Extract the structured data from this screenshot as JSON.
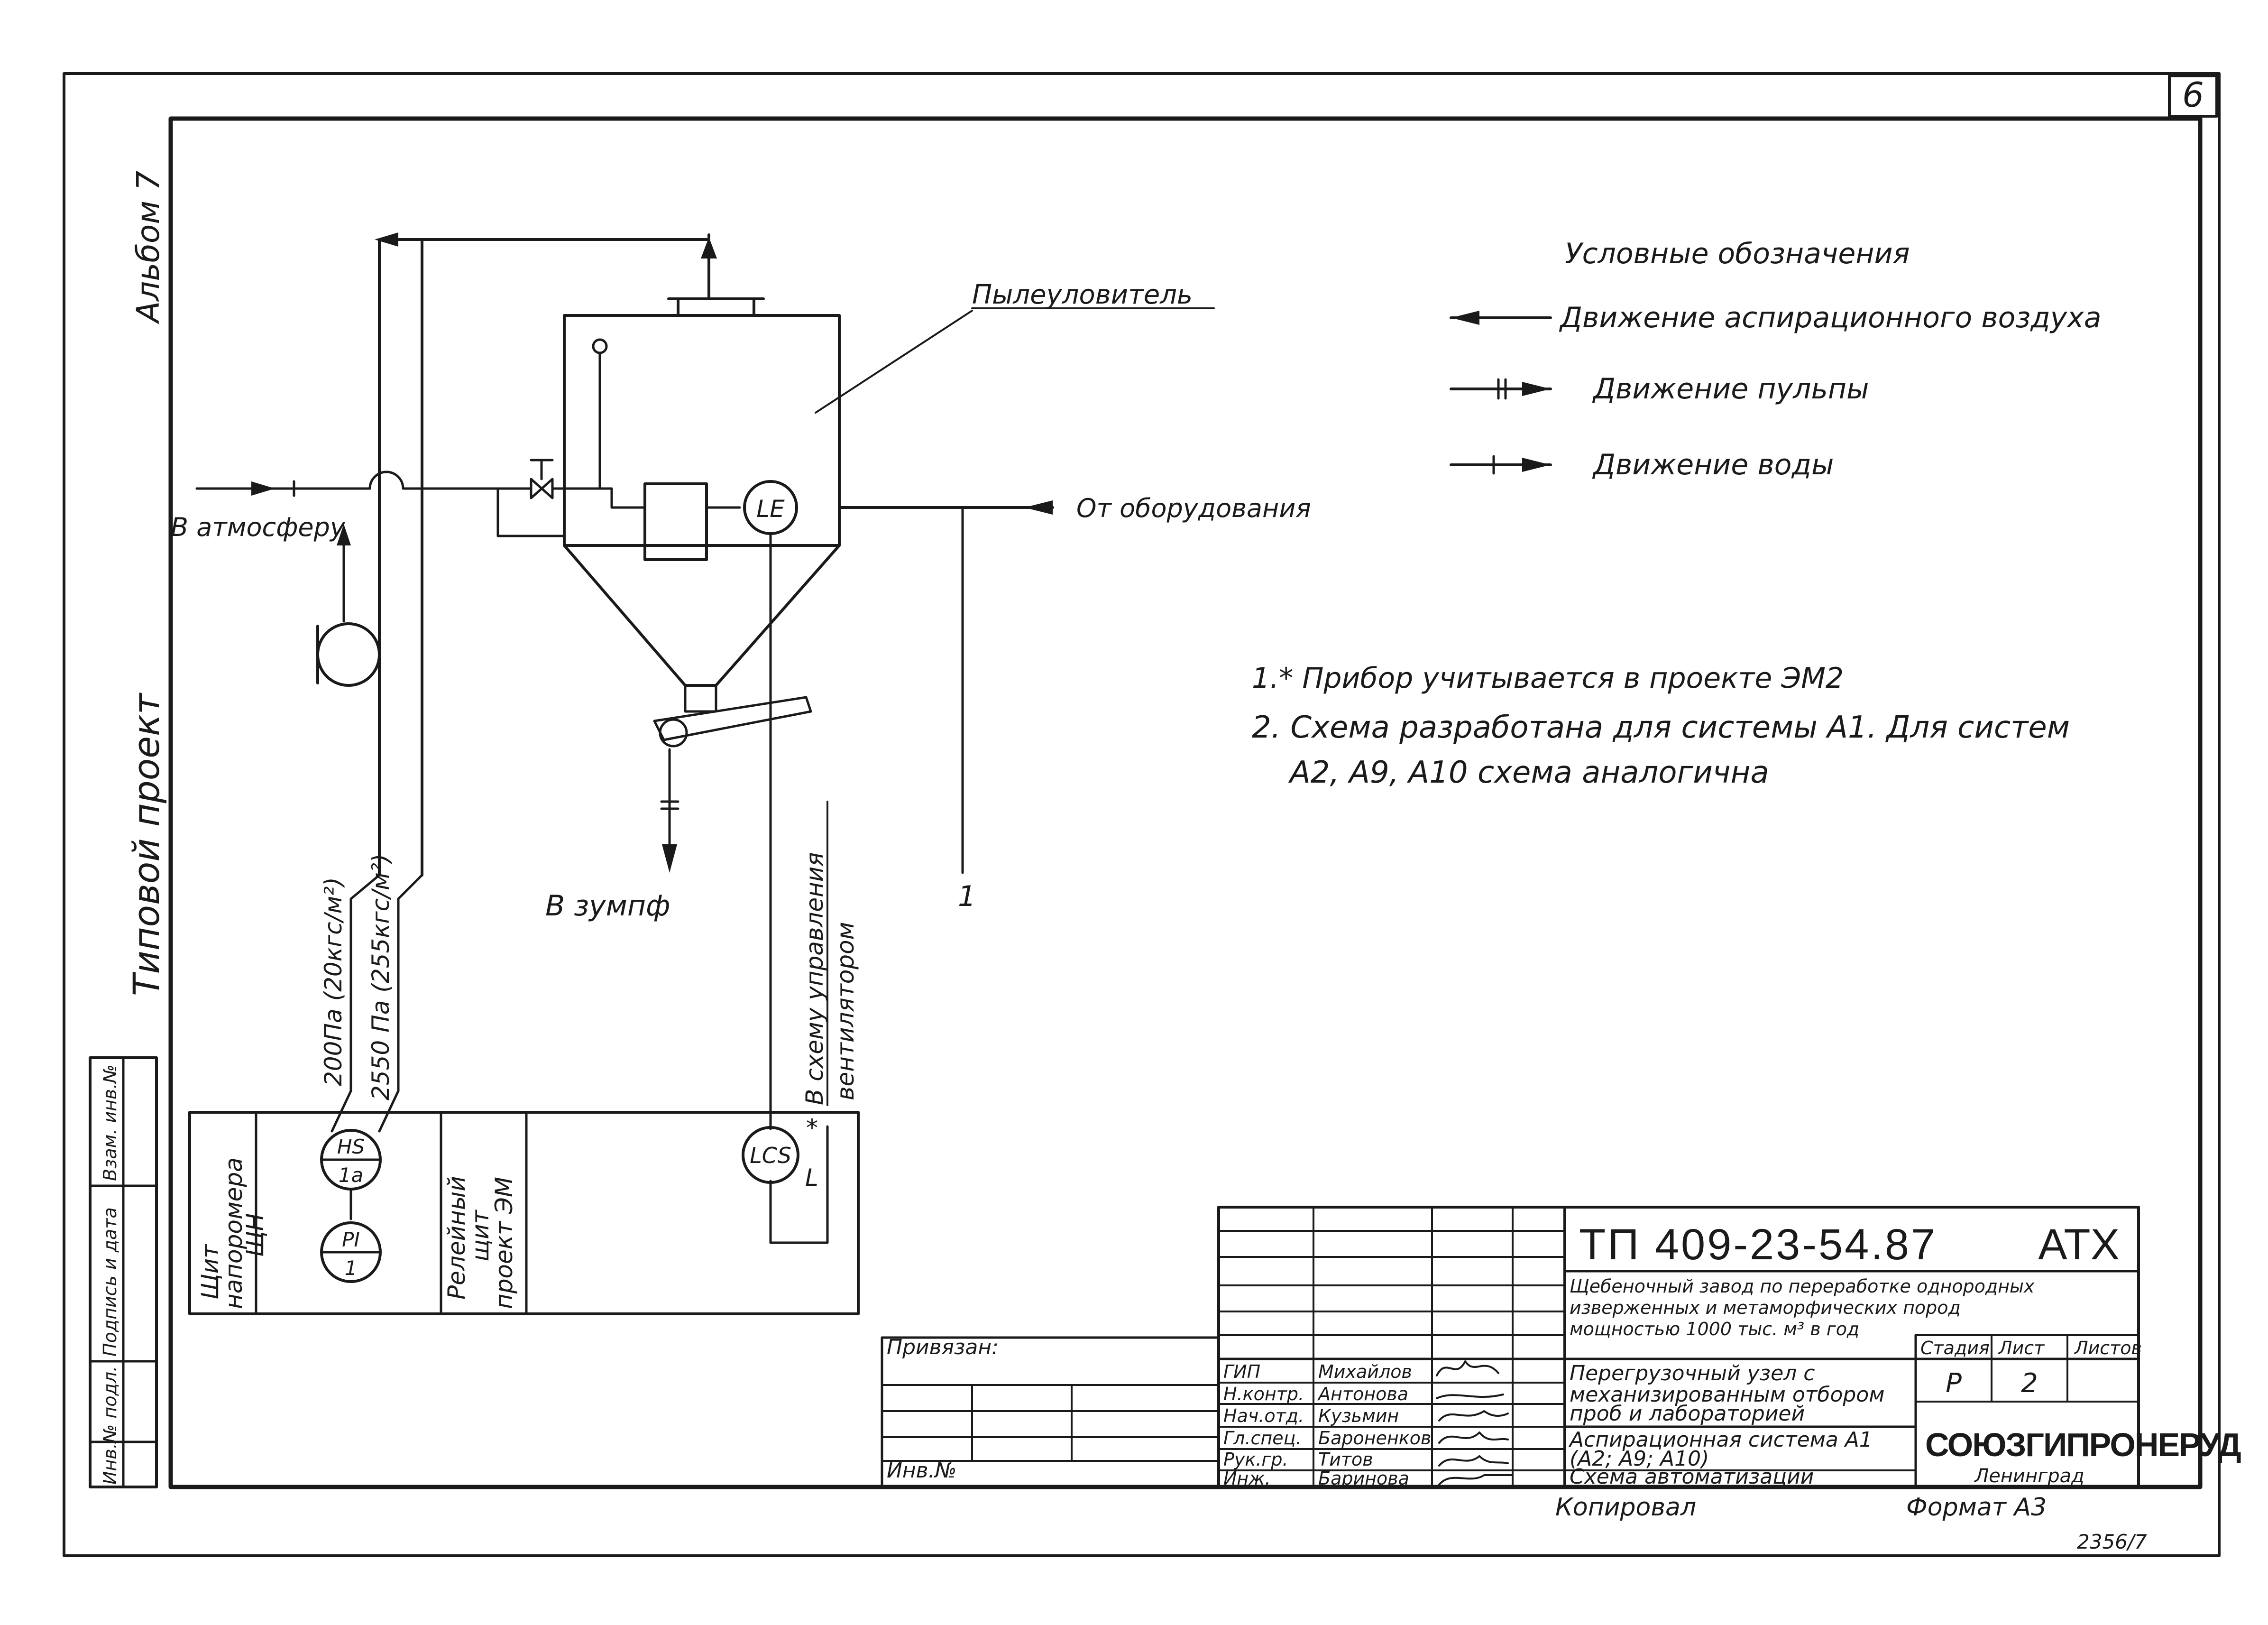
{
  "sheet": {
    "sheet_number": "6",
    "album": "Альбом 7",
    "standard_project": "Типовой проект",
    "copied": "Копировал",
    "format": "Формат А3",
    "archive_number": "2356/7"
  },
  "legend": {
    "title": "Условные обозначения",
    "air": "Движение аспирационного воздуха",
    "pulp": "Движение пульпы",
    "water": "Движение воды"
  },
  "notes": {
    "n1": "1.* Прибор учитывается в проекте ЭМ2",
    "n2a": "2. Схема разработана для системы А1. Для систем",
    "n2b": "А2, А9, А10 схема аналогична"
  },
  "process": {
    "dust_collector": "Пылеуловитель",
    "to_atmosphere": "В атмосферу",
    "from_equipment": "От оборудования",
    "to_sump": "В зумпф",
    "to_fan_control_1": "В схему управления",
    "to_fan_control_2": "вентилятором",
    "pressure_1": "200Па (20кгс/м²)",
    "pressure_2": "2550 Па (255кгс/м²)",
    "line_mark": "1",
    "star": "*",
    "level_low": "L"
  },
  "instruments": {
    "le": "LE",
    "hs_top": "HS",
    "hs_bottom": "1а",
    "pi_top": "PI",
    "pi_bottom": "1",
    "lcs": "LCS"
  },
  "panel": {
    "gauge_panel_1": "Щит",
    "gauge_panel_2": "напоромера",
    "gauge_panel_3": "ЩН",
    "relay_panel_1": "Релейный",
    "relay_panel_2": "щит",
    "relay_panel_3": "проект ЭМ"
  },
  "side_stamp": {
    "replace": "Взам. инв.№",
    "sign_date": "Подпись и дата",
    "orig": "Инв.№ подл."
  },
  "title_block": {
    "doc_code": "ТП 409-23-54.87",
    "doc_mark": "АТХ",
    "plant_1": "Щебеночный завод по переработке однородных",
    "plant_2": "изверженных и метаморфических пород",
    "plant_3": "мощностью 1000 тыс. м³ в год",
    "object_1": "Перегрузочный узел с",
    "object_2": "механизированным отбором",
    "object_3": "проб и лабораторией",
    "sheet_1": "Аспирационная система А1",
    "sheet_2": "(А2; А9; А10)",
    "sheet_3": "Схема автоматизации",
    "h_stage": "Стадия",
    "h_sheet": "Лист",
    "h_sheets": "Листов",
    "v_stage": "Р",
    "v_sheet": "2",
    "org": "СОЮЗГИПРОНЕРУД",
    "city": "Ленинград",
    "bound": "Привязан:",
    "inv": "Инв.№",
    "roles": [
      "ГИП",
      "Н.контр.",
      "Нач.отд.",
      "Гл.спец.",
      "Рук.гр.",
      "Инж."
    ],
    "names": [
      "Михайлов",
      "Антонова",
      "Кузьмин",
      "Бароненков",
      "Титов",
      "Баринова"
    ]
  }
}
